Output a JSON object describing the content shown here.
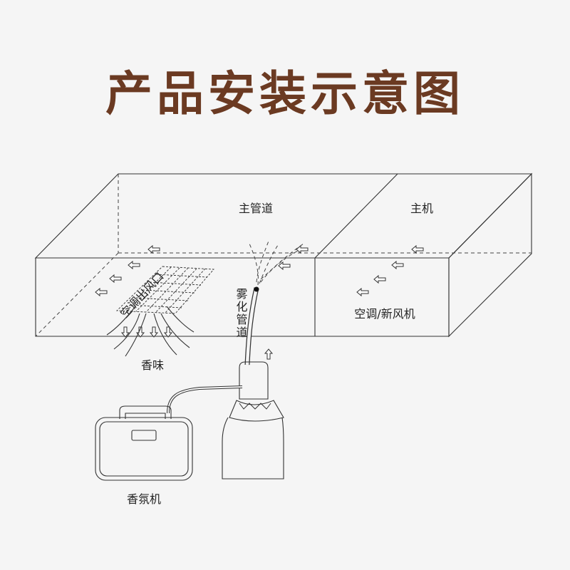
{
  "title": "产品安装示意图",
  "labels": {
    "main_duct": "主管道",
    "host": "主机",
    "ac_fan": "空调/新风机",
    "vent": "空调出风口",
    "scent": "香味",
    "atomizer_pipe": "雾化管道",
    "diffuser": "香氛机"
  },
  "colors": {
    "title": "#6b3a22",
    "background": "#f5f5f5",
    "line": "#333333"
  }
}
